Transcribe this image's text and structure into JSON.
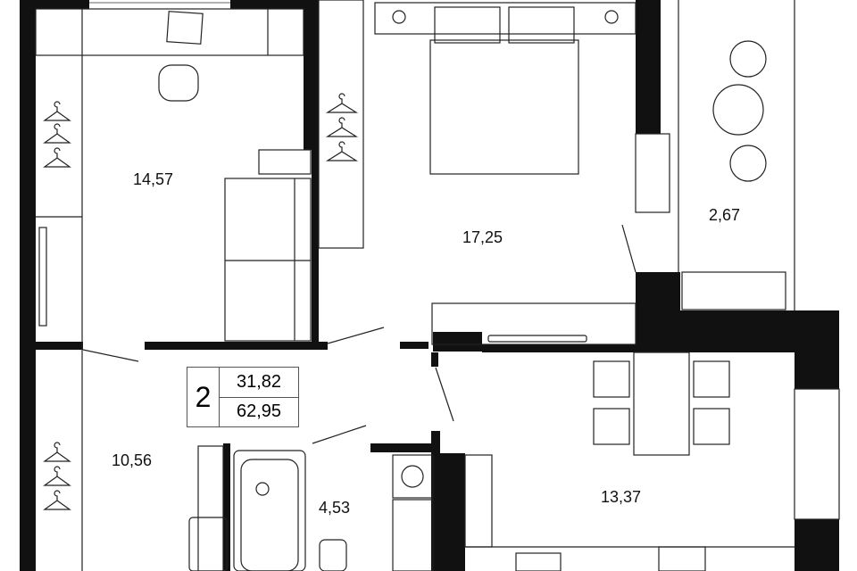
{
  "plan": {
    "rooms": [
      {
        "id": "study",
        "area": "14,57"
      },
      {
        "id": "bedroom",
        "area": "17,25"
      },
      {
        "id": "balcony",
        "area": "2,67"
      },
      {
        "id": "hall",
        "area": "10,56"
      },
      {
        "id": "bathroom",
        "area": "4,53"
      },
      {
        "id": "kitchen",
        "area": "13,37"
      }
    ],
    "summary": {
      "room_count": "2",
      "living_area": "31,82",
      "total_area": "62,95"
    },
    "colors": {
      "wall": "#111111",
      "line": "#222222",
      "background": "#ffffff"
    }
  }
}
